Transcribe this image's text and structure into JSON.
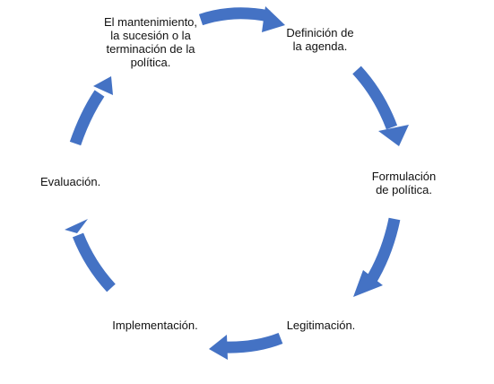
{
  "diagram": {
    "type": "cycle",
    "arrow_color": "#4472c4",
    "steps": [
      {
        "id": "agenda",
        "label": "Definición de\nla agenda."
      },
      {
        "id": "formulation",
        "label": "Formulación\nde política."
      },
      {
        "id": "legitimation",
        "label": "Legitimación."
      },
      {
        "id": "implementation",
        "label": "Implementación."
      },
      {
        "id": "evaluation",
        "label": "Evaluación."
      },
      {
        "id": "maintenance",
        "label": "El mantenimiento,\nla sucesión o la\nterminación de la\npolítica."
      }
    ]
  }
}
